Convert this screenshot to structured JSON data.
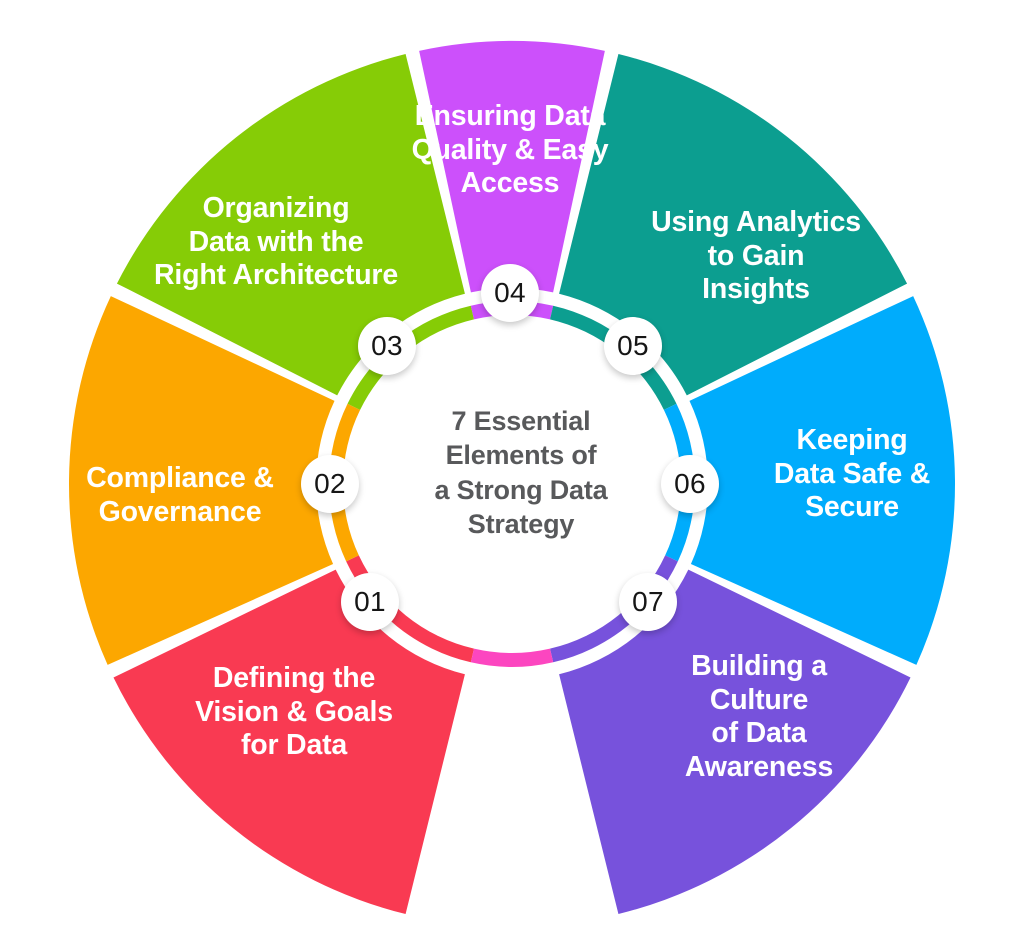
{
  "center": {
    "title": "7 Essential Elements of a Strong Data Strategy",
    "title_lines": [
      "7 Essential",
      "Elements of",
      "a Strong Data",
      "Strategy"
    ],
    "text_color": "#58595b"
  },
  "chart_data": {
    "type": "pie",
    "title": "7 Essential Elements of a Strong Data Strategy",
    "legend": "none",
    "categories": [
      "Defining the Vision & Goals for Data",
      "Compliance & Governance",
      "Organizing Data with the Right Architecture",
      "Ensuring Data Quality & Easy Access",
      "Using Analytics to Gain Insights",
      "Keeping Data Safe & Secure",
      "Building a Culture of Data Awareness"
    ],
    "values": [
      1,
      1,
      1,
      1,
      1,
      1,
      1
    ],
    "labels": [
      "01",
      "02",
      "03",
      "04",
      "05",
      "06",
      "07"
    ],
    "colors": [
      "#f93a52",
      "#fca700",
      "#86cc06",
      "#cc50fb",
      "#0c9e90",
      "#00acfc",
      "#7752dc"
    ]
  },
  "segments": [
    {
      "number": "01",
      "label": "Defining the Vision & Goals for Data",
      "lines": [
        "Defining the",
        "Vision & Goals",
        "for Data"
      ],
      "color": "#f93a52",
      "start_angle": 205,
      "end_angle": 257
    },
    {
      "number": "02",
      "label": "Compliance & Governance",
      "lines": [
        "Compliance &",
        "Governance"
      ],
      "color": "#fca700",
      "start_angle": 154,
      "end_angle": 205
    },
    {
      "number": "03",
      "label": "Organizing Data with the Right Architecture",
      "lines": [
        "Organizing",
        "Data with the",
        "Right Architecture"
      ],
      "color": "#86cc06",
      "start_angle": 103,
      "end_angle": 154
    },
    {
      "number": "04",
      "label": "Ensuring Data Quality & Easy Access",
      "lines": [
        "Ensuring Data",
        "Quality & Easy",
        "Access"
      ],
      "color": "#cc50fb",
      "start_angle": 77,
      "end_angle": 103
    },
    {
      "number": "05",
      "label": "Using Analytics to Gain Insights",
      "lines": [
        "Using Analytics",
        "to Gain",
        "Insights"
      ],
      "color": "#0c9e90",
      "start_angle": 26,
      "end_angle": 77
    },
    {
      "number": "06",
      "label": "Keeping Data Safe & Secure",
      "lines": [
        "Keeping",
        "Data Safe &",
        "Secure"
      ],
      "color": "#00acfc",
      "start_angle": -25,
      "end_angle": 26
    },
    {
      "number": "07",
      "label": "Building a Culture of Data Awareness",
      "lines": [
        "Building a",
        "Culture",
        "of Data",
        "Awareness"
      ],
      "color": "#7752dc",
      "start_angle": -77,
      "end_angle": -25
    }
  ],
  "inner_ring": {
    "gap_color": "#fc46c0",
    "gap_start_angle": 257,
    "gap_end_angle": 283
  },
  "background": "#ffffff"
}
